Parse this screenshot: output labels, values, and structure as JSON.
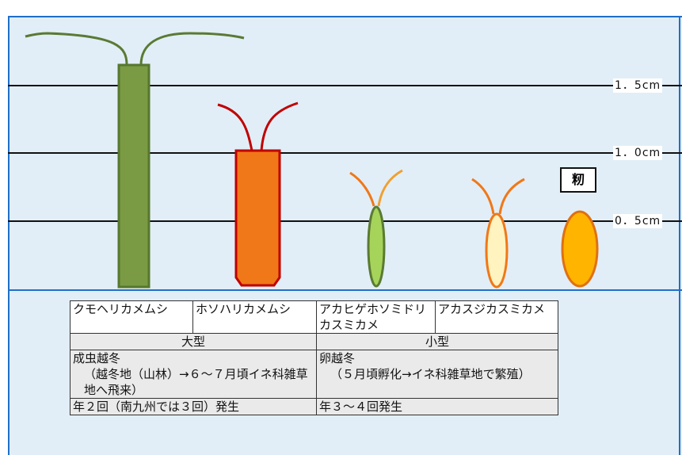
{
  "scale_labels": [
    "1．5cm",
    "1．0cm",
    "0．5cm"
  ],
  "paddy_label": "籾",
  "table": {
    "species": [
      "クモヘリカメムシ",
      "ホソハリカメムシ",
      "アカヒゲホソミドリカスミカメ",
      "アカスジカスミカメ"
    ],
    "size_large": "大型",
    "size_small": "小型",
    "large_overwinter": "成虫越冬",
    "large_detail": "（越冬地（山林）→６～７月頃イネ科雑草地へ飛来）",
    "small_overwinter": "卵越冬",
    "small_detail": "（５月頃孵化→イネ科雑草地で繁殖）",
    "large_generations": "年２回（南九州では３回）発生",
    "small_generations": "年３～４回発生"
  },
  "colors": {
    "border": "#1f6fc9",
    "background": "#e1eef7",
    "kumoheri": "#7a9a43",
    "hosohari": "#f07818",
    "akahige": "#a6d35a",
    "akasuji": "#fff3c0",
    "paddy": "#ffb400"
  }
}
